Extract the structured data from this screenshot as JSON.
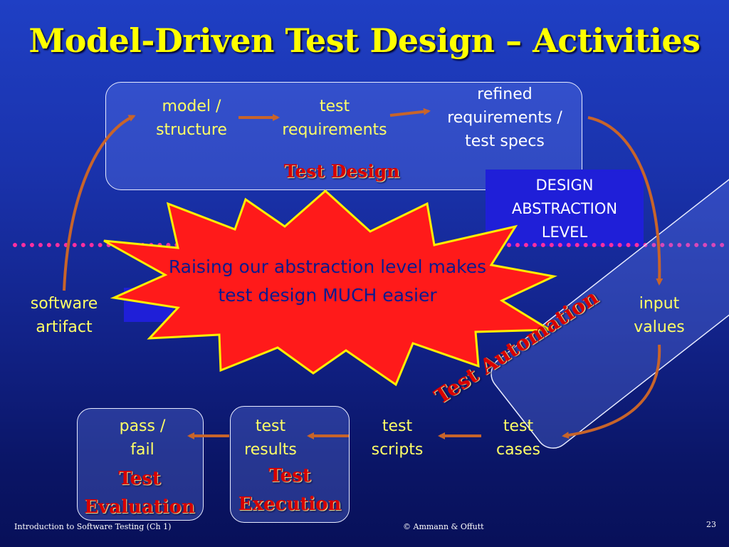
{
  "title": "Model-Driven Test Design – Activities",
  "nodes": {
    "model_structure": "model /\nstructure",
    "test_requirements": "test\nrequirements",
    "refined_requirements": "refined\nrequirements /\ntest specs",
    "software_artifact": "software\nartifact",
    "input_values": "input\nvalues",
    "test_cases": "test\ncases",
    "test_scripts": "test\nscripts",
    "test_results": "test\nresults",
    "pass_fail": "pass /\nfail"
  },
  "phases": {
    "test_design": "Test Design",
    "test_automation": "Test Automation",
    "test_execution": "Test\nExecution",
    "test_evaluation": "Test\nEvaluation"
  },
  "levels": {
    "design": "DESIGN\nABSTRACTION\nLEVEL"
  },
  "callout": "Raising our abstraction level makes\ntest design MUCH easier",
  "footer": {
    "left": "Introduction to Software Testing  (Ch 1)",
    "center": "© Ammann & Offutt",
    "page": "23"
  },
  "colors": {
    "title": "#ffff00",
    "node_text": "#ffff66",
    "phase_label": "#d80000",
    "arrow": "#c8642a",
    "separator": "#ff2fa0",
    "star_fill": "#ff1a1a",
    "star_stroke": "#ffee00",
    "level_box": "#1f1fd8"
  }
}
